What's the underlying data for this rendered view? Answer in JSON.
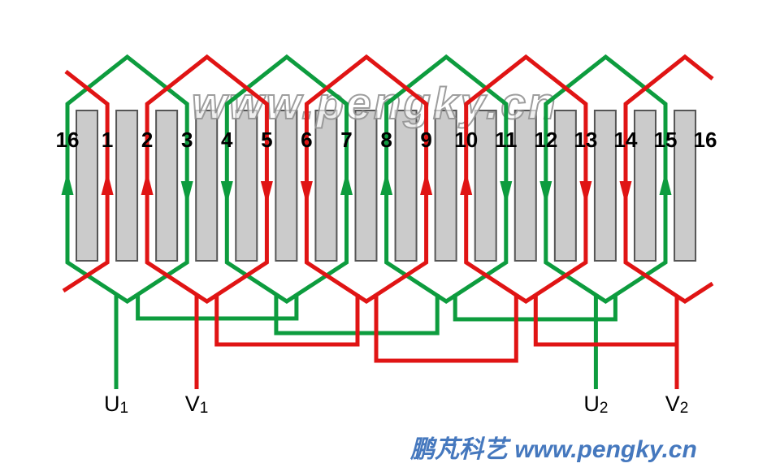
{
  "page": {
    "title": "Two-phase 16-slot motor stator winding diagram",
    "background": "#ffffff"
  },
  "watermark": {
    "text": "www.pengky.cn"
  },
  "footer": {
    "text": "鹏芃科艺 www.pengky.cn",
    "color": "#4578be"
  },
  "colors": {
    "phase_u_green": "#0d9c3e",
    "phase_v_red": "#e01414",
    "bar_fill": "#cbcbcb",
    "bar_stroke": "#555555",
    "slot_number": "#000000",
    "terminal_label": "#000000",
    "watermark_fill": "#ffffff",
    "watermark_stroke": "#949494"
  },
  "slots": [
    {
      "label": "16",
      "phase": "U",
      "arrow": "up"
    },
    {
      "label": "1",
      "phase": "V",
      "arrow": "up"
    },
    {
      "label": "2",
      "phase": "V",
      "arrow": "up"
    },
    {
      "label": "3",
      "phase": "U",
      "arrow": "down"
    },
    {
      "label": "4",
      "phase": "U",
      "arrow": "down"
    },
    {
      "label": "5",
      "phase": "V",
      "arrow": "down"
    },
    {
      "label": "6",
      "phase": "V",
      "arrow": "down"
    },
    {
      "label": "7",
      "phase": "U",
      "arrow": "up"
    },
    {
      "label": "8",
      "phase": "U",
      "arrow": "up"
    },
    {
      "label": "9",
      "phase": "V",
      "arrow": "up"
    },
    {
      "label": "10",
      "phase": "V",
      "arrow": "up"
    },
    {
      "label": "11",
      "phase": "U",
      "arrow": "down"
    },
    {
      "label": "12",
      "phase": "U",
      "arrow": "down"
    },
    {
      "label": "13",
      "phase": "V",
      "arrow": "down"
    },
    {
      "label": "14",
      "phase": "V",
      "arrow": "down"
    },
    {
      "label": "15",
      "phase": "U",
      "arrow": "up"
    }
  ],
  "right_edge_slot_label": "16",
  "coils": {
    "U": [
      [
        16,
        3
      ],
      [
        4,
        7
      ],
      [
        8,
        11
      ],
      [
        12,
        15
      ]
    ],
    "V": [
      [
        2,
        5
      ],
      [
        6,
        9
      ],
      [
        10,
        13
      ],
      [
        14,
        1
      ]
    ]
  },
  "terminals": [
    {
      "name": "U1",
      "main": "U",
      "sub": "1",
      "phase": "U"
    },
    {
      "name": "V1",
      "main": "V",
      "sub": "1",
      "phase": "V"
    },
    {
      "name": "U2",
      "main": "U",
      "sub": "2",
      "phase": "U"
    },
    {
      "name": "V2",
      "main": "V",
      "sub": "2",
      "phase": "V"
    }
  ]
}
